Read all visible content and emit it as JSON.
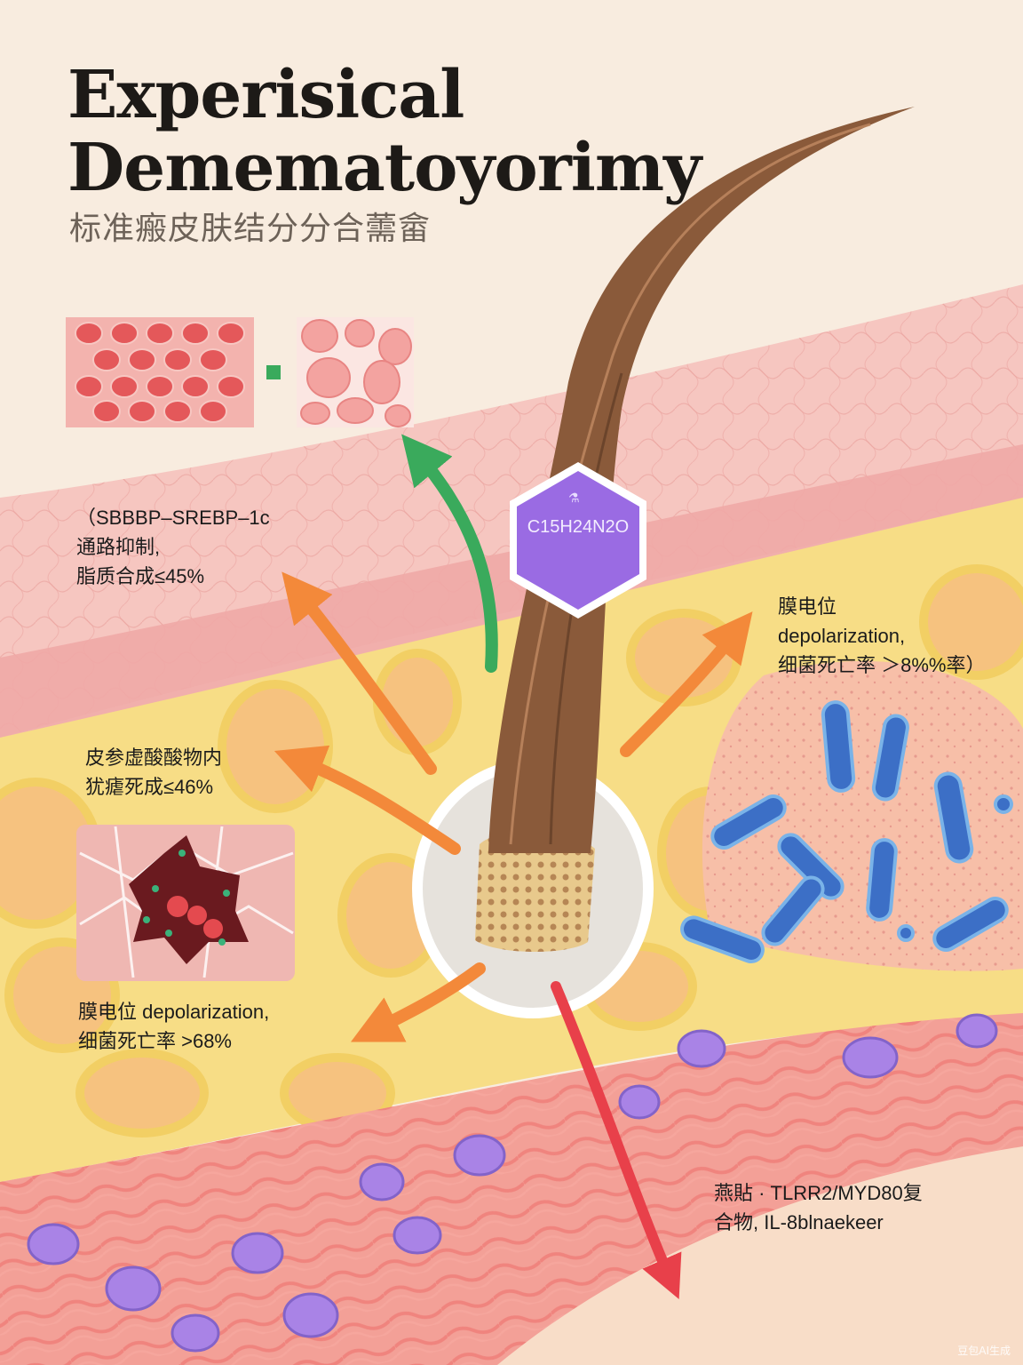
{
  "title": {
    "line1": "Experisical",
    "line2": "Dememat​oyorimy",
    "subtitle": "标准瘢皮肤结分分合薷畲"
  },
  "molecule": {
    "formula": "C15H24N2O",
    "icon": "flask-icon"
  },
  "annotations": [
    {
      "lines": [
        "（SBBBP–SREBP–1c",
        "通路抑制,",
        "脂质合成≤45%"
      ]
    },
    {
      "lines": [
        "膜电位",
        "depolarization,",
        "细菌死亡率 ＞8%%率）"
      ]
    },
    {
      "lines": [
        "皮参虚酸酸物内",
        "犹瘧死成≤46%"
      ]
    },
    {
      "lines": [
        "膜电位 depolarization,",
        "细菌死亡率 >68%"
      ]
    },
    {
      "lines": [
        "燕貼 · TLRR2/MYD80复",
        "合物, IL-8blnaekeer"
      ]
    }
  ],
  "colors": {
    "background": "#f8ecdf",
    "epidermis": "#f3b8b4",
    "fat_layer": "#f7dd86",
    "hair": "#8a5a3a",
    "molecule": "#9a6be3",
    "arrow_green": "#3aaa5c",
    "arrow_orange": "#f3893a",
    "arrow_red": "#e8404a",
    "bacteria": "#3c6fc6"
  },
  "watermark": "豆包AI生成"
}
